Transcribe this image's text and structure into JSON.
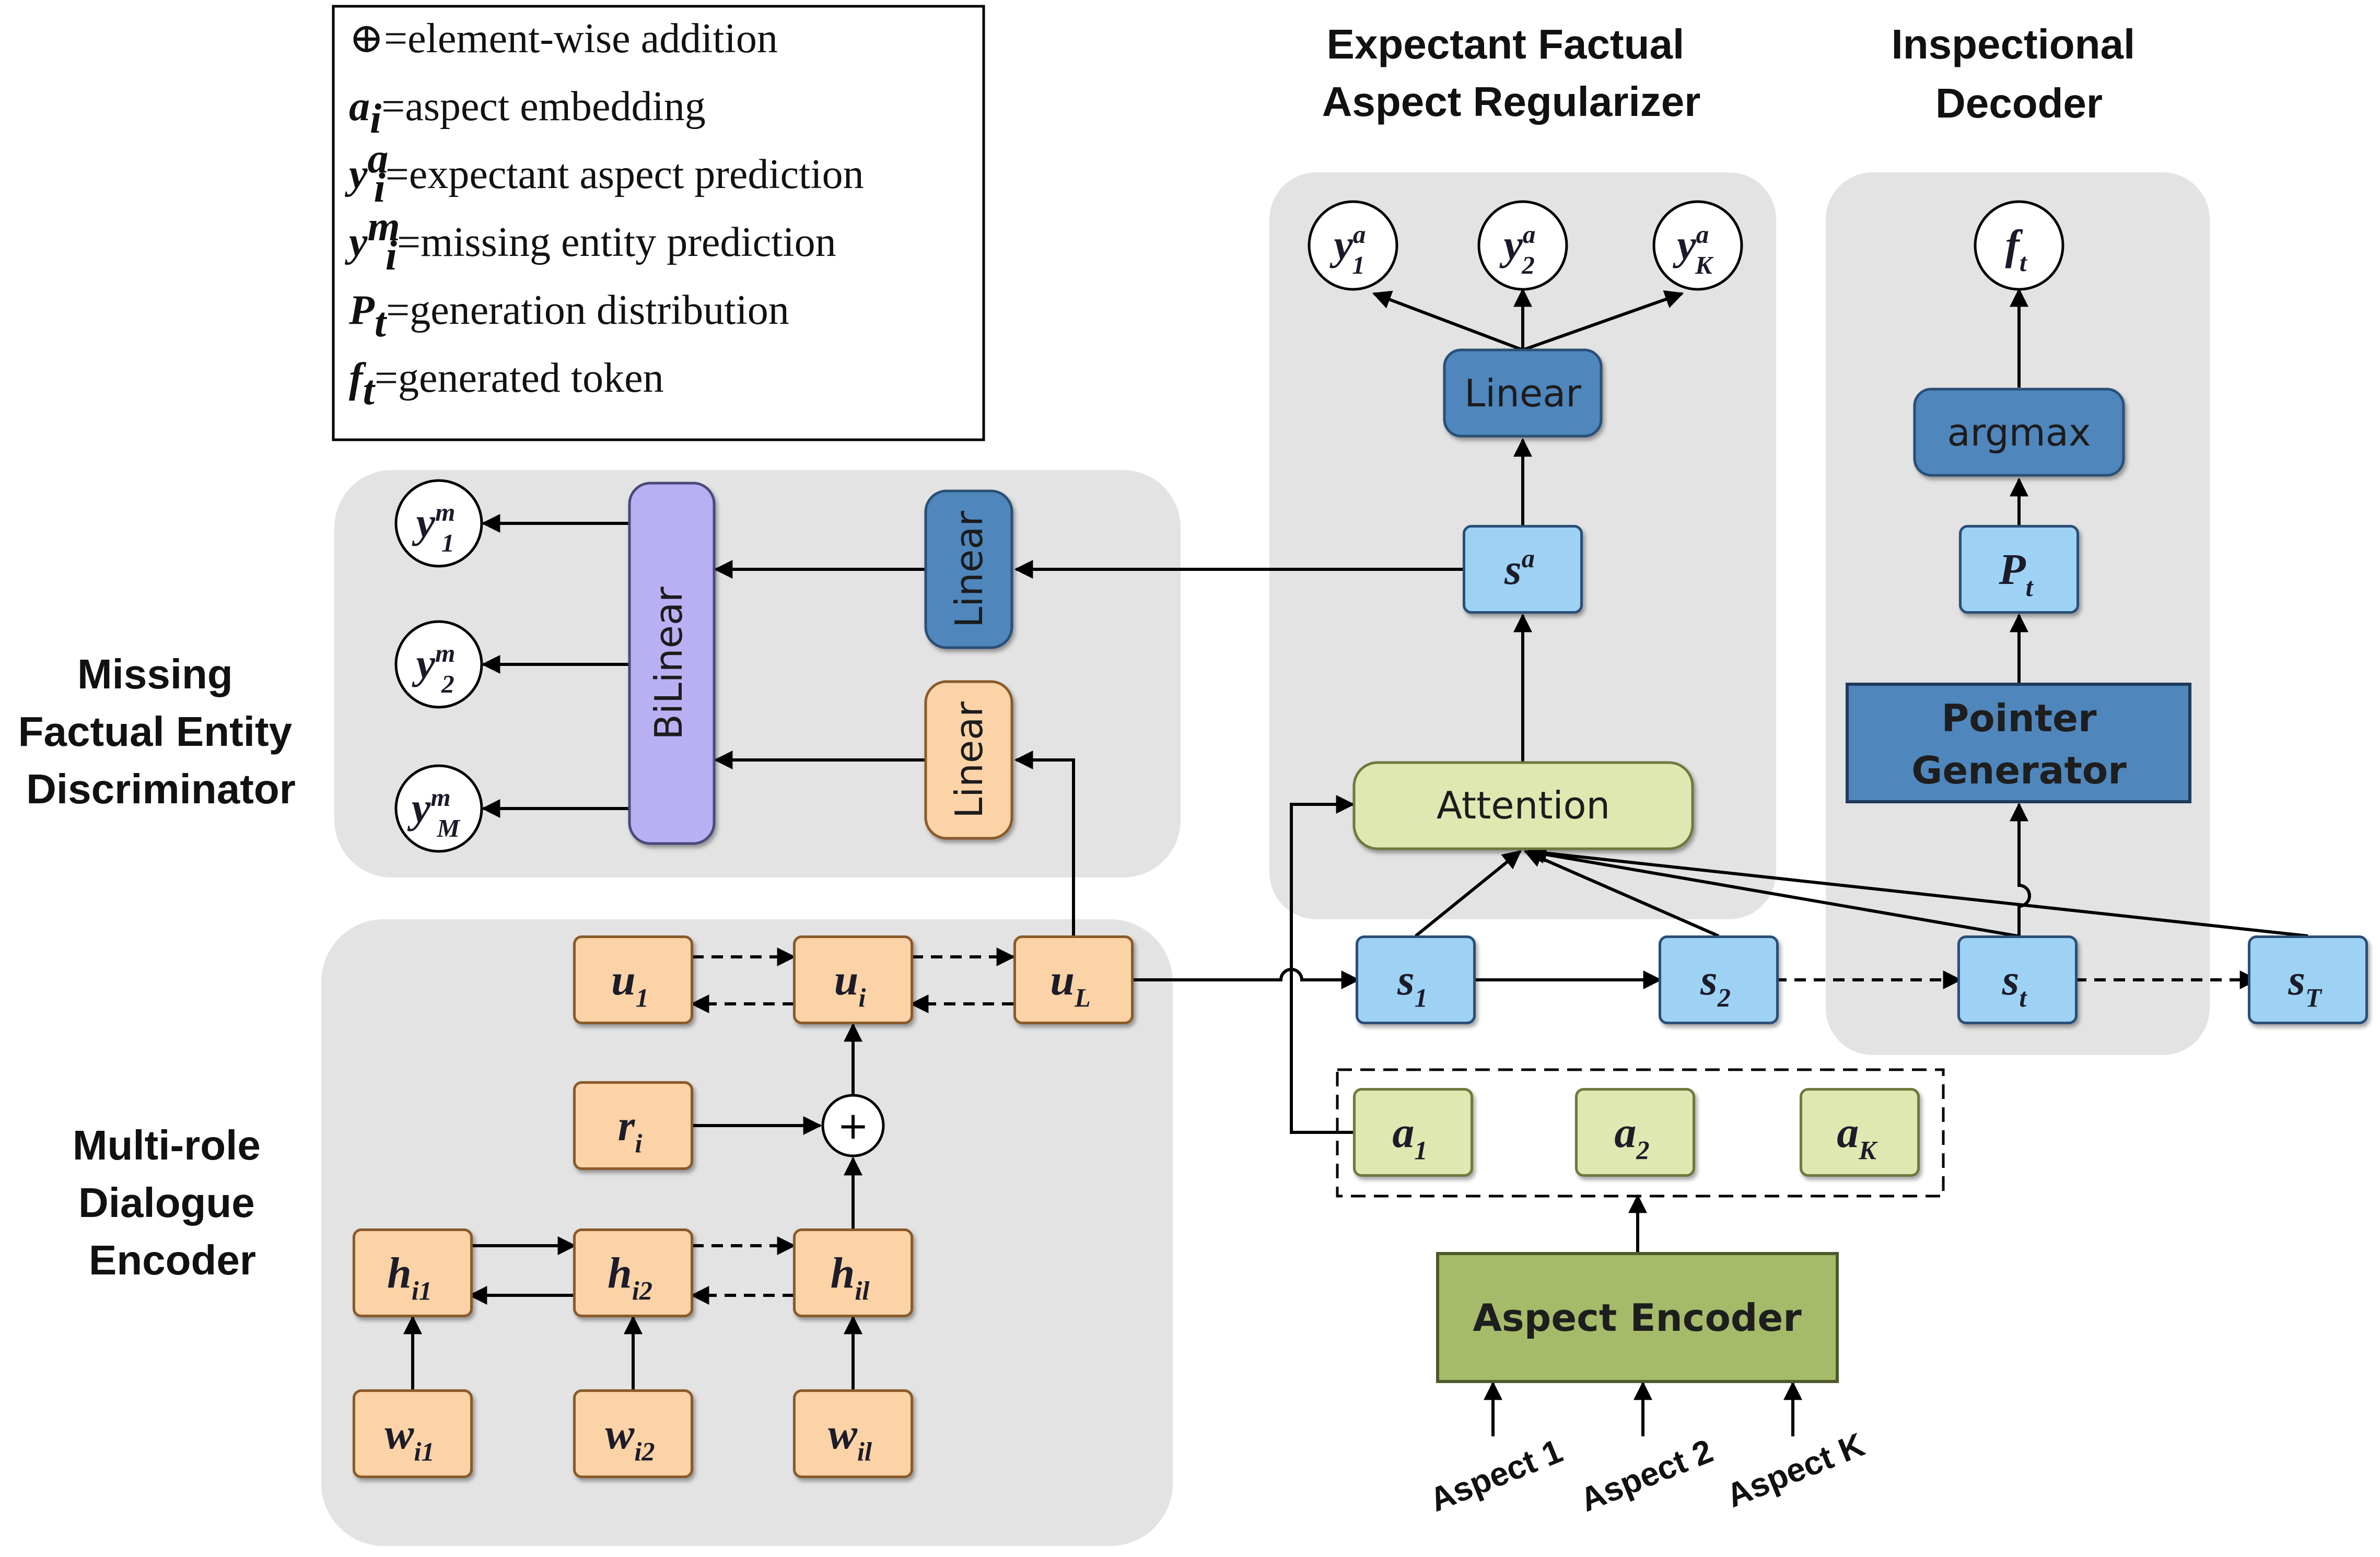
{
  "legend": [
    {
      "sym": "⊕",
      "sub": "",
      "sup": "",
      "desc": "=element-wise addition"
    },
    {
      "sym": "a",
      "sub": "i",
      "sup": "",
      "desc": "=aspect embedding"
    },
    {
      "sym": "y",
      "sub": "i",
      "sup": "a",
      "desc": "=expectant aspect prediction"
    },
    {
      "sym": "y",
      "sub": "i",
      "sup": "m",
      "desc": "=missing entity prediction"
    },
    {
      "sym": "P",
      "sub": "t",
      "sup": "",
      "desc": "=generation distribution"
    },
    {
      "sym": "f",
      "sub": "t",
      "sup": "",
      "desc": "=generated token"
    }
  ],
  "titles": {
    "regularizer": [
      "Expectant Factual",
      "Aspect Regularizer"
    ],
    "decoder": [
      "Inspectional",
      "Decoder"
    ],
    "discriminator": [
      "Missing",
      "Factual Entity",
      "Discriminator"
    ],
    "encoder": [
      "Multi-role",
      "Dialogue",
      "Encoder"
    ]
  },
  "modules": {
    "linear_top": "Linear",
    "argmax": "argmax",
    "pointer_generator": [
      "Pointer",
      "Generator"
    ],
    "attention": "Attention",
    "bilinear": "BiLinear",
    "linear_blue": "Linear",
    "linear_orange": "Linear",
    "aspect_encoder": "Aspect Encoder"
  },
  "symbols": {
    "y1a": {
      "base": "y",
      "sub": "1",
      "sup": "a"
    },
    "y2a": {
      "base": "y",
      "sub": "2",
      "sup": "a"
    },
    "yKa": {
      "base": "y",
      "sub": "K",
      "sup": "a"
    },
    "ft": {
      "base": "f",
      "sub": "t",
      "sup": ""
    },
    "Pt": {
      "base": "P",
      "sub": "t",
      "sup": ""
    },
    "sa": {
      "base": "s",
      "sub": "",
      "sup": "a"
    },
    "y1m": {
      "base": "y",
      "sub": "1",
      "sup": "m"
    },
    "y2m": {
      "base": "y",
      "sub": "2",
      "sup": "m"
    },
    "yMm": {
      "base": "y",
      "sub": "M",
      "sup": "m"
    },
    "u1": {
      "base": "u",
      "sub": "1",
      "sup": ""
    },
    "ui": {
      "base": "u",
      "sub": "i",
      "sup": ""
    },
    "uL": {
      "base": "u",
      "sub": "L",
      "sup": ""
    },
    "ri": {
      "base": "r",
      "sub": "i",
      "sup": ""
    },
    "hi1": {
      "base": "h",
      "sub": "i1",
      "sup": ""
    },
    "hi2": {
      "base": "h",
      "sub": "i2",
      "sup": ""
    },
    "hil": {
      "base": "h",
      "sub": "il",
      "sup": ""
    },
    "wi1": {
      "base": "w",
      "sub": "i1",
      "sup": ""
    },
    "wi2": {
      "base": "w",
      "sub": "i2",
      "sup": ""
    },
    "wil": {
      "base": "w",
      "sub": "il",
      "sup": ""
    },
    "s1": {
      "base": "s",
      "sub": "1",
      "sup": ""
    },
    "s2": {
      "base": "s",
      "sub": "2",
      "sup": ""
    },
    "st": {
      "base": "s",
      "sub": "t",
      "sup": ""
    },
    "sT": {
      "base": "s",
      "sub": "T",
      "sup": ""
    },
    "a1": {
      "base": "a",
      "sub": "1",
      "sup": ""
    },
    "a2": {
      "base": "a",
      "sub": "2",
      "sup": ""
    },
    "aK": {
      "base": "a",
      "sub": "K",
      "sup": ""
    }
  },
  "plus": "+",
  "aspect_inputs": [
    "Aspect 1",
    "Aspect 2",
    "Aspect K"
  ],
  "colors": {
    "panel": "#e3e3e3",
    "light_blue": "#9ed2f5",
    "mid_blue": "#4f86bc",
    "green": "#dfe8b0",
    "olive": "#a5bb6a",
    "orange": "#fbd3a6",
    "peach": "#fbd3a6",
    "purple": "#b9b0f3"
  }
}
